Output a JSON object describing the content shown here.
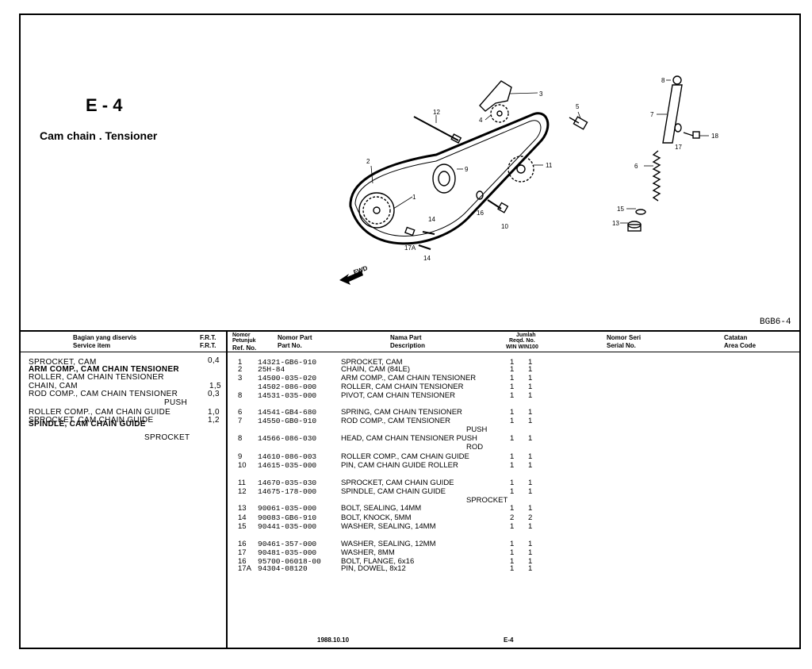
{
  "page": {
    "section_code": "E - 4",
    "section_title": "Cam chain . Tensioner",
    "figure_code": "BGB6-4",
    "fwd_label": "FWD",
    "footer_date": "1988.10.10",
    "footer_code": "E-4"
  },
  "diagram": {
    "callouts": [
      "1",
      "2",
      "3",
      "4",
      "5",
      "6",
      "7",
      "8",
      "9",
      "10",
      "11",
      "12",
      "13",
      "14",
      "14",
      "15",
      "16",
      "17",
      "17A",
      "18"
    ]
  },
  "service_table": {
    "headers": {
      "item_id": "Bagian yang diservis",
      "item_en": "Service item",
      "frt1": "F.R.T.",
      "frt2": "F.R.T."
    },
    "rows": [
      {
        "item": "SPROCKET, CAM",
        "frt": "0,4"
      },
      {
        "item": "ARM COMP., CAM CHAIN TENSIONER",
        "frt": ""
      },
      {
        "item": "ROLLER, CAM CHAIN TENSIONER",
        "frt": ""
      },
      {
        "item": "CHAIN, CAM",
        "frt": "1,5"
      },
      {
        "item": "ROD COMP., CAM CHAIN TENSIONER",
        "frt": "0,3"
      },
      {
        "item": "PUSH",
        "frt": ""
      },
      {
        "item": "ROLLER COMP., CAM CHAIN GUIDE",
        "frt": "1,0"
      },
      {
        "item": "SPROCKET, CAM CHAIN GUIDE",
        "frt": "1,2"
      },
      {
        "item": "SPINDLE, CAM CHAIN GUIDE",
        "frt": ""
      },
      {
        "item": "SPROCKET",
        "frt": ""
      }
    ]
  },
  "parts_table": {
    "headers": {
      "ref_id": "Nomor Petunjuk",
      "ref_en": "Ref. No.",
      "part_id": "Nomor Part",
      "part_en": "Part No.",
      "desc_id": "Nama Part",
      "desc_en": "Description",
      "qty_id": "Jumlah",
      "qty_en": "Reqd. No.",
      "qty_cols": "WIN WIN100",
      "serial_id": "Nomor Seri",
      "serial_en": "Serial No.",
      "area_id": "Catatan",
      "area_en": "Area Code"
    },
    "rows": [
      {
        "ref": "1",
        "part": "14321-GB6-910",
        "desc": "SPROCKET, CAM",
        "q1": "1",
        "q2": "1"
      },
      {
        "ref": "2",
        "part": "25H-84",
        "desc": "CHAIN, CAM (84LE)",
        "q1": "1",
        "q2": "1"
      },
      {
        "ref": "3",
        "part": "14500-035-020",
        "desc": "ARM COMP., CAM CHAIN TENSIONER",
        "q1": "1",
        "q2": "1"
      },
      {
        "ref": "",
        "part": "14502-086-000",
        "desc": "ROLLER, CAM CHAIN TENSIONER",
        "q1": "1",
        "q2": "1"
      },
      {
        "ref": "8",
        "part": "14531-035-000",
        "desc": "PIVOT, CAM CHAIN TENSIONER",
        "q1": "1",
        "q2": "1"
      },
      {
        "ref": "6",
        "part": "14541-GB4-680",
        "desc": "SPRING, CAM CHAIN TENSIONER",
        "q1": "1",
        "q2": "1"
      },
      {
        "ref": "7",
        "part": "14550-GB0-910",
        "desc": "ROD COMP., CAM TENSIONER",
        "q1": "1",
        "q2": "1"
      },
      {
        "ref": "",
        "part": "",
        "desc": "PUSH",
        "q1": "",
        "q2": ""
      },
      {
        "ref": "8",
        "part": "14566-086-030",
        "desc": "HEAD, CAM CHAIN TENSIONER PUSH",
        "q1": "1",
        "q2": "1"
      },
      {
        "ref": "",
        "part": "",
        "desc": "ROD",
        "q1": "",
        "q2": ""
      },
      {
        "ref": "9",
        "part": "14610-086-003",
        "desc": "ROLLER COMP., CAM CHAIN GUIDE",
        "q1": "1",
        "q2": "1"
      },
      {
        "ref": "10",
        "part": "14615-035-000",
        "desc": "PIN, CAM CHAIN GUIDE ROLLER",
        "q1": "1",
        "q2": "1"
      },
      {
        "ref": "11",
        "part": "14670-035-030",
        "desc": "SPROCKET, CAM CHAIN GUIDE",
        "q1": "1",
        "q2": "1"
      },
      {
        "ref": "12",
        "part": "14675-178-000",
        "desc": "SPINDLE, CAM CHAIN GUIDE",
        "q1": "1",
        "q2": "1"
      },
      {
        "ref": "",
        "part": "",
        "desc": "SPROCKET",
        "q1": "",
        "q2": ""
      },
      {
        "ref": "13",
        "part": "90061-035-000",
        "desc": "BOLT, SEALING, 14MM",
        "q1": "1",
        "q2": "1"
      },
      {
        "ref": "14",
        "part": "90083-GB6-910",
        "desc": "BOLT, KNOCK, 5MM",
        "q1": "2",
        "q2": "2"
      },
      {
        "ref": "15",
        "part": "90441-035-000",
        "desc": "WASHER, SEALING, 14MM",
        "q1": "1",
        "q2": "1"
      },
      {
        "ref": "16",
        "part": "90461-357-000",
        "desc": "WASHER, SEALING, 12MM",
        "q1": "1",
        "q2": "1"
      },
      {
        "ref": "17",
        "part": "90481-035-000",
        "desc": "WASHER, 8MM",
        "q1": "1",
        "q2": "1"
      },
      {
        "ref": "16",
        "part": "95700-06018-00",
        "desc": "BOLT, FLANGE, 6x16",
        "q1": "1",
        "q2": "1"
      },
      {
        "ref": "17A",
        "part": "94304-08120",
        "desc": "PIN, DOWEL, 8x12",
        "q1": "1",
        "q2": "1"
      }
    ]
  }
}
